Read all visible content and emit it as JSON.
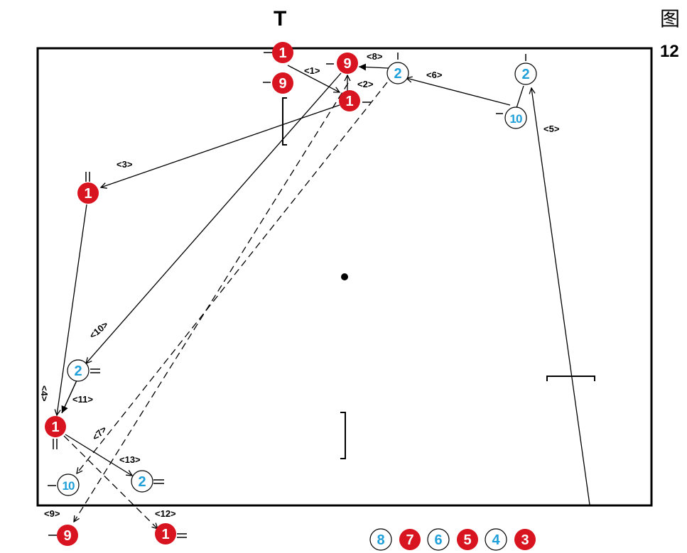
{
  "figure": {
    "title_glyph": "图",
    "number": "12"
  },
  "top_symbol": "T",
  "colors": {
    "red": "#d7141f",
    "blue": "#1e9fd9",
    "black": "#000000",
    "white": "#ffffff"
  },
  "pass_labels": [
    "<1>",
    "<2>",
    "<3>",
    "<4>",
    "<5>",
    "<6>",
    "<7>",
    "<8>",
    "<9>",
    "<10>",
    "<11>",
    "<12>",
    "<13>"
  ],
  "players": [
    {
      "id": "r1-top",
      "team": "red",
      "number": "1"
    },
    {
      "id": "r9-top",
      "team": "red",
      "number": "9"
    },
    {
      "id": "r9-goal",
      "team": "red",
      "number": "9"
    },
    {
      "id": "r1-mid",
      "team": "red",
      "number": "1"
    },
    {
      "id": "r1-left",
      "team": "red",
      "number": "1"
    },
    {
      "id": "r1-low",
      "team": "red",
      "number": "1"
    },
    {
      "id": "r9-out",
      "team": "red",
      "number": "9"
    },
    {
      "id": "r1-out",
      "team": "red",
      "number": "1"
    },
    {
      "id": "b2-top",
      "team": "blue",
      "number": "2"
    },
    {
      "id": "b2-right",
      "team": "blue",
      "number": "2"
    },
    {
      "id": "b10-top",
      "team": "blue",
      "number": "10"
    },
    {
      "id": "b2-left",
      "team": "blue",
      "number": "2"
    },
    {
      "id": "b10-low",
      "team": "blue",
      "number": "10"
    },
    {
      "id": "b2-low",
      "team": "blue",
      "number": "2"
    }
  ],
  "bench": [
    {
      "team": "blue",
      "number": "8"
    },
    {
      "team": "red",
      "number": "7"
    },
    {
      "team": "blue",
      "number": "6"
    },
    {
      "team": "red",
      "number": "5"
    },
    {
      "team": "blue",
      "number": "4"
    },
    {
      "team": "red",
      "number": "3"
    }
  ]
}
